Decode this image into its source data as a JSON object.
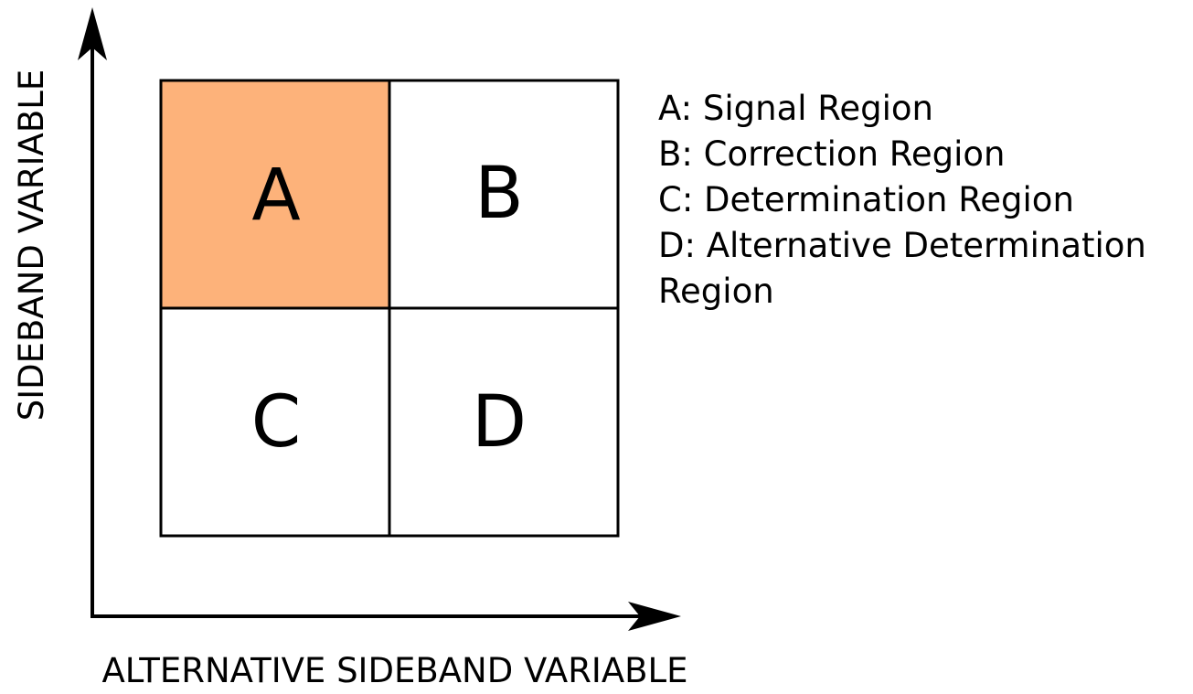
{
  "colors": {
    "signal_fill": "#FDB27A",
    "line": "#000000",
    "background": "#FFFFFF"
  },
  "axes": {
    "y_label": "SIDEBAND VARIABLE",
    "x_label": "ALTERNATIVE SIDEBAND VARIABLE"
  },
  "regions": {
    "A": "A",
    "B": "B",
    "C": "C",
    "D": "D"
  },
  "legend": [
    "A: Signal Region",
    "B: Correction Region",
    "C: Determination Region",
    "D: Alternative Determination Region"
  ]
}
